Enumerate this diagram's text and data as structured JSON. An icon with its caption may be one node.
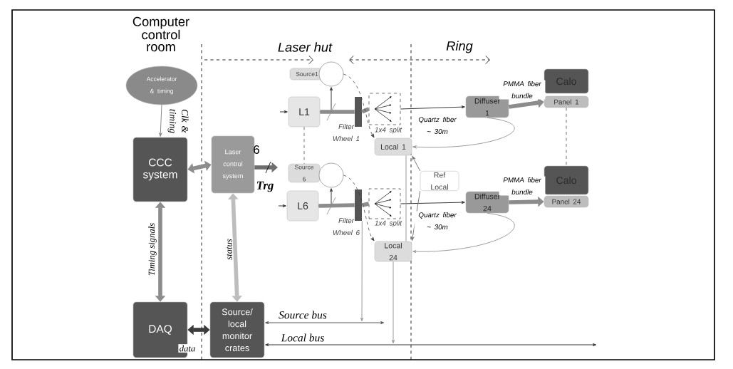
{
  "diagram": {
    "nodes": [
      {
        "text": [
          "Accelerator & timing"
        ]
      },
      {
        "text": [
          "CCC system"
        ]
      },
      {
        "text": [
          "Laser control system"
        ]
      },
      {
        "text": [
          "Source1"
        ]
      },
      {
        "text": [],
        "shape": "circle"
      },
      {
        "text": [
          "L1"
        ]
      },
      {
        "text": [],
        "shape": "bar",
        "beside": [
          "Filter Wheel 1"
        ]
      },
      {
        "text": [],
        "shape": "box",
        "beside": [
          "1x4 split"
        ]
      },
      {
        "text": [
          "Diffuser 1"
        ]
      },
      {
        "text": [
          "Calo"
        ]
      },
      {
        "text": [
          "Panel 1"
        ]
      },
      {
        "text": [
          "Local 1"
        ]
      },
      {
        "text": [
          "Ref Local"
        ]
      },
      {
        "text": [
          "Source 6"
        ]
      },
      {
        "text": [],
        "shape": "circle"
      },
      {
        "text": [
          "L6"
        ]
      },
      {
        "text": [],
        "shape": "bar",
        "beside": [
          "Filter Wheel 6"
        ]
      },
      {
        "text": [],
        "shape": "box",
        "beside": [
          "1x4 split"
        ]
      },
      {
        "text": [
          "Diffuser 24"
        ]
      },
      {
        "text": [
          "Calo"
        ]
      },
      {
        "text": [
          "Panel 24"
        ]
      },
      {
        "text": [
          "Local 24"
        ]
      },
      {
        "text": [
          "DAQ"
        ]
      },
      {
        "text": [
          "Source/ local monitor crates"
        ]
      }
    ],
    "edges": [
      {
        "from": 0,
        "to": 1,
        "arrow": "to",
        "label": "Clk & timing",
        "color": "#888888"
      },
      {
        "from": 1,
        "to": 2,
        "arrow": "both",
        "style": "thick",
        "color": "#8c8c8c"
      },
      {
        "from": 2,
        "to": null,
        "arrow": "to",
        "style": "thick",
        "color": "#6e6e6e",
        "label": "Trg"
      },
      {
        "from": 1,
        "to": 22,
        "arrow": "both",
        "style": "thick",
        "color": "#8c8c8c",
        "label": "Timing signals"
      },
      {
        "from": 2,
        "to": 23,
        "arrow": "both",
        "style": "thick",
        "color": "#bdbdbd",
        "label": "status"
      },
      {
        "from": 22,
        "to": 23,
        "arrow": "both",
        "style": "thick",
        "color": "#3c3c3c",
        "label": "data"
      },
      {
        "from": null,
        "to": 5,
        "arrow": "to"
      },
      {
        "from": 5,
        "to": 4,
        "arrow": "to"
      },
      {
        "from": 5,
        "to": 6,
        "arrow": "none",
        "style": "thick",
        "color": "#8c8c8c"
      },
      {
        "from": 6,
        "to": 7,
        "arrow": "none",
        "style": "thick",
        "color": "#8c8c8c"
      },
      {
        "from": 7,
        "to": 8,
        "arrow": "to",
        "label": "Quartz fiber ~ 30m"
      },
      {
        "from": 8,
        "to": 10,
        "arrow": "to",
        "style": "thick",
        "color": "#8c8c8c",
        "label": "PMMA fiber bundle"
      },
      {
        "from": 8,
        "to": 11,
        "arrow": "to",
        "color": "#999999"
      },
      {
        "from": 4,
        "to": 11,
        "arrow": "to",
        "style": "dashed"
      },
      {
        "from": 12,
        "to": 11,
        "arrow": "to",
        "color": "#777777"
      },
      {
        "from": 5,
        "to": 13,
        "arrow": "none",
        "style": "dashed"
      },
      {
        "from": null,
        "to": 15,
        "arrow": "to"
      },
      {
        "from": 15,
        "to": 14,
        "arrow": "to"
      },
      {
        "from": 15,
        "to": 16,
        "arrow": "none",
        "style": "thick",
        "color": "#8c8c8c"
      },
      {
        "from": 16,
        "to": 17,
        "arrow": "none",
        "style": "thick",
        "color": "#8c8c8c"
      },
      {
        "from": 17,
        "to": 18,
        "arrow": "to",
        "label": "Quartz fiber ~ 30m"
      },
      {
        "from": 18,
        "to": 20,
        "arrow": "to",
        "style": "thick",
        "color": "#8c8c8c",
        "label": "PMMA fiber bundle"
      },
      {
        "from": 18,
        "to": 21,
        "arrow": "to",
        "color": "#999999"
      },
      {
        "from": 14,
        "to": 21,
        "arrow": "to",
        "style": "dashed"
      },
      {
        "from": 12,
        "to": 21,
        "arrow": "to",
        "color": "#777777"
      },
      {
        "from": 10,
        "to": 19,
        "arrow": "none",
        "style": "dashed"
      },
      {
        "from": 11,
        "to": 21,
        "arrow": "none",
        "color": "#999999"
      },
      {
        "from": 16,
        "to": null,
        "arrow": "to",
        "color": "#999999"
      },
      {
        "from": 21,
        "to": null,
        "arrow": "to",
        "color": "#999999"
      },
      {
        "from": 23,
        "to": null,
        "arrow": "both",
        "label": "Source bus",
        "color": "#555555"
      },
      {
        "from": 23,
        "to": null,
        "arrow": "both",
        "label": "Local bus"
      }
    ],
    "labels": [
      "Computer control room",
      "Laser hut",
      "Ring",
      "6"
    ]
  }
}
